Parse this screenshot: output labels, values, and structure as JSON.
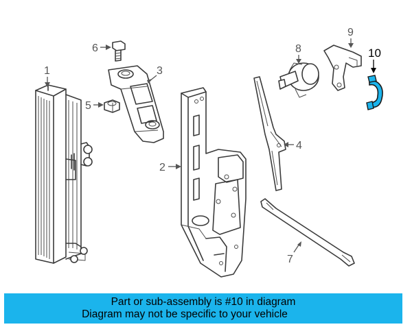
{
  "callouts": {
    "c1": "1",
    "c2": "2",
    "c3": "3",
    "c4": "4",
    "c5": "5",
    "c6": "6",
    "c7": "7",
    "c8": "8",
    "c9": "9",
    "c10": "10"
  },
  "highlight": {
    "part_number": "10",
    "color": "#1bb4ec"
  },
  "banner": {
    "line1": "Part or sub-assembly is #10 in diagram",
    "line2": "Diagram may not be specific to your vehicle",
    "background": "#1bb4ec"
  }
}
